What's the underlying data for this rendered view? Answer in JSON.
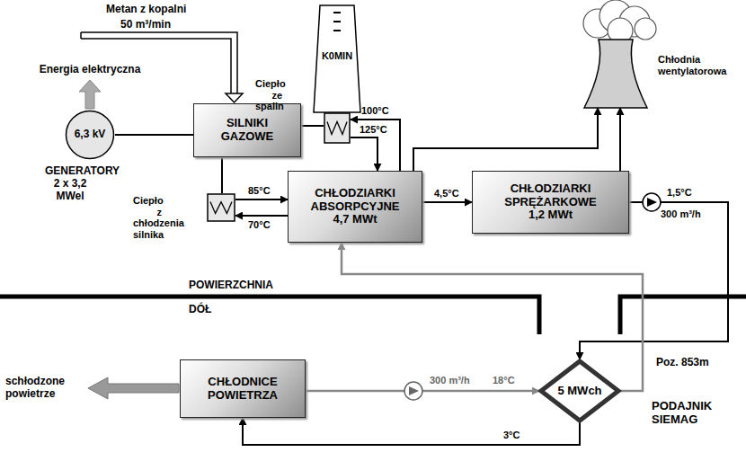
{
  "diagram": {
    "nodes": [
      {
        "text": [
          "SILNIKI GAZOWE"
        ]
      },
      {
        "text": [
          "K0MIN"
        ]
      },
      {
        "text": [
          "6,3 kV",
          "GENERATORY 2 x 3,2 MWel"
        ]
      },
      {
        "text": [
          "Ciepło ze spalin"
        ]
      },
      {
        "text": [
          "Chłodnia wentylatorowa"
        ]
      },
      {
        "text": [
          "CHŁODZIARKI ABSORPCYJNE",
          "4,7 MWt"
        ]
      },
      {
        "text": [
          "CHŁODZIARKI SPRĘŻARKOWE",
          "1,2 MWt"
        ]
      },
      {
        "text": [
          "Ciepło z chłodzenia silnika"
        ]
      },
      {
        "text": [
          "CHŁODNICE POWIETRZA"
        ]
      },
      {
        "text": [
          "5 MWch",
          "PODAJNIK SIEMAG"
        ]
      }
    ],
    "edges": [
      {
        "from": 2,
        "to": 0,
        "arrow": "none"
      },
      {
        "from": 0,
        "to": 3,
        "arrow": "none"
      },
      {
        "from": 0,
        "to": 7,
        "arrow": "none"
      },
      {
        "from": 3,
        "to": 5,
        "arrow": "to"
      },
      {
        "from": 5,
        "to": 3,
        "arrow": "to"
      },
      {
        "from": 7,
        "to": 5,
        "arrow": "to"
      },
      {
        "from": 5,
        "to": 7,
        "arrow": "to"
      },
      {
        "from": 5,
        "to": 6,
        "arrow": "to",
        "label": "4,5°C"
      },
      {
        "from": 5,
        "to": 4,
        "arrow": "to"
      },
      {
        "from": 6,
        "to": 4,
        "arrow": "to"
      },
      {
        "from": 6,
        "to": 9,
        "arrow": "to"
      },
      {
        "from": 8,
        "to": 9,
        "arrow": "to"
      },
      {
        "from": 9,
        "to": 8,
        "arrow": "to"
      },
      {
        "from": 9,
        "to": 5,
        "arrow": "to"
      }
    ],
    "labels": [
      "Metan z kopalni",
      "50 m³/min",
      "Energia elektryczna",
      "100°C",
      "125°C",
      "85°C",
      "70°C",
      "1,5°C",
      "300 m³/h",
      "POWIERZCHNIA",
      "DÓŁ",
      "300 m³/h",
      "18°C",
      "3°C",
      "Poz. 853m",
      "schłodzone powietrze"
    ]
  }
}
